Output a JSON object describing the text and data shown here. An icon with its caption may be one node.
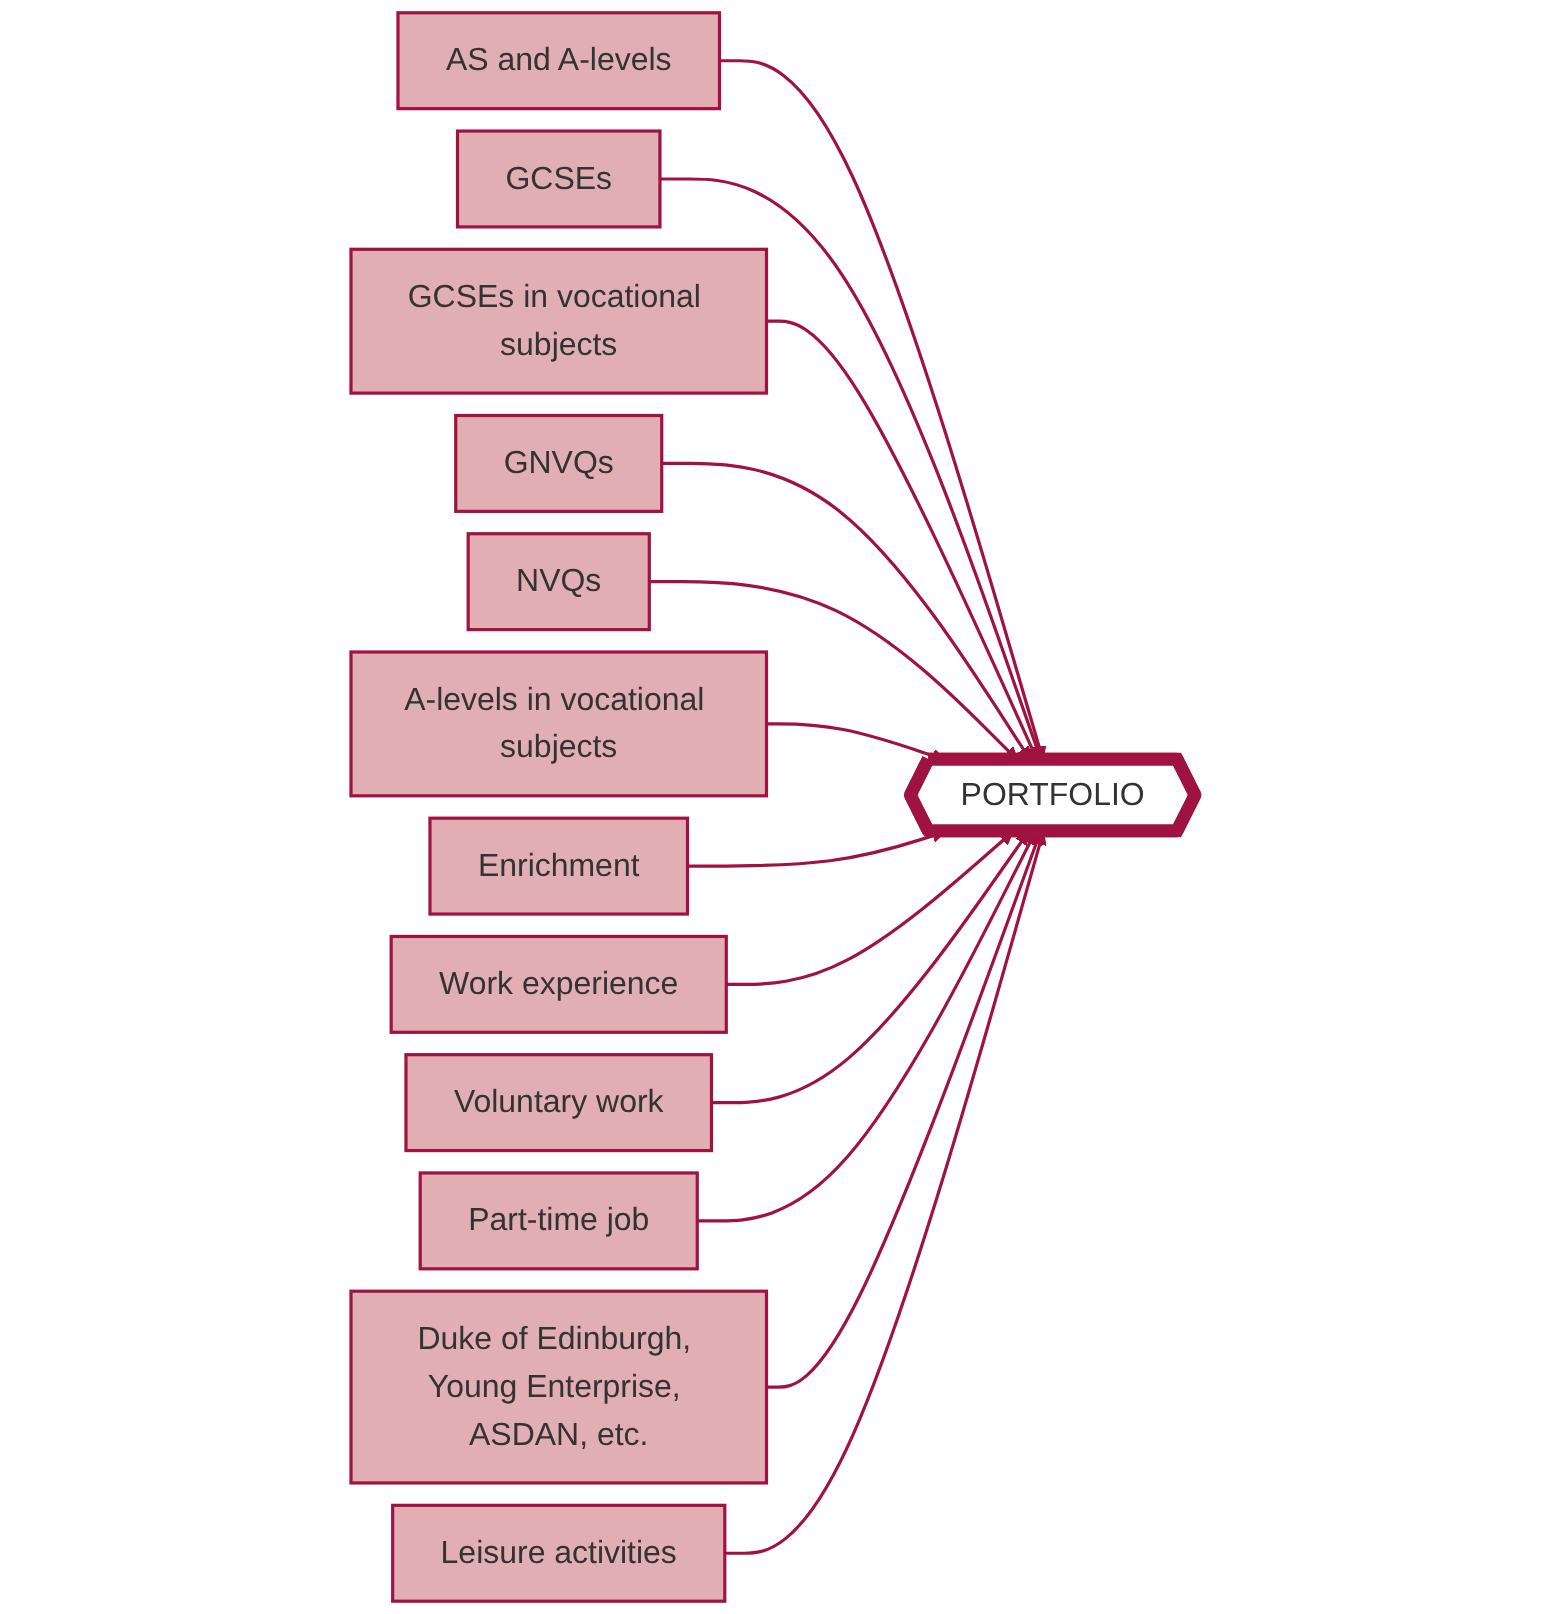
{
  "diagram": {
    "nodes": [
      {
        "text": [
          "PORTFOLIO"
        ]
      },
      {
        "text": [
          "AS and A-levels"
        ]
      },
      {
        "text": [
          "GCSEs"
        ]
      },
      {
        "text": [
          "GCSEs in vocational subjects"
        ]
      },
      {
        "text": [
          "GNVQs"
        ]
      },
      {
        "text": [
          "NVQs"
        ]
      },
      {
        "text": [
          "A-levels in vocational subjects"
        ]
      },
      {
        "text": [
          "Enrichment"
        ]
      },
      {
        "text": [
          "Work experience"
        ]
      },
      {
        "text": [
          "Voluntary work"
        ]
      },
      {
        "text": [
          "Part-time job"
        ]
      },
      {
        "text": [
          "Duke of Edinburgh, Young Enterprise, ASDAN, etc."
        ]
      },
      {
        "text": [
          "Leisure activities"
        ]
      }
    ],
    "edges": [
      {
        "from": 1,
        "to": 0,
        "arrow": "to"
      },
      {
        "from": 2,
        "to": 0,
        "arrow": "to"
      },
      {
        "from": 3,
        "to": 0,
        "arrow": "to"
      },
      {
        "from": 4,
        "to": 0,
        "arrow": "to"
      },
      {
        "from": 5,
        "to": 0,
        "arrow": "to"
      },
      {
        "from": 6,
        "to": 0,
        "arrow": "to"
      },
      {
        "from": 7,
        "to": 0,
        "arrow": "to"
      },
      {
        "from": 8,
        "to": 0,
        "arrow": "to"
      },
      {
        "from": 9,
        "to": 0,
        "arrow": "to"
      },
      {
        "from": 10,
        "to": 0,
        "arrow": "to"
      },
      {
        "from": 11,
        "to": 0,
        "arrow": "to"
      },
      {
        "from": 12,
        "to": 0,
        "arrow": "to"
      }
    ]
  }
}
